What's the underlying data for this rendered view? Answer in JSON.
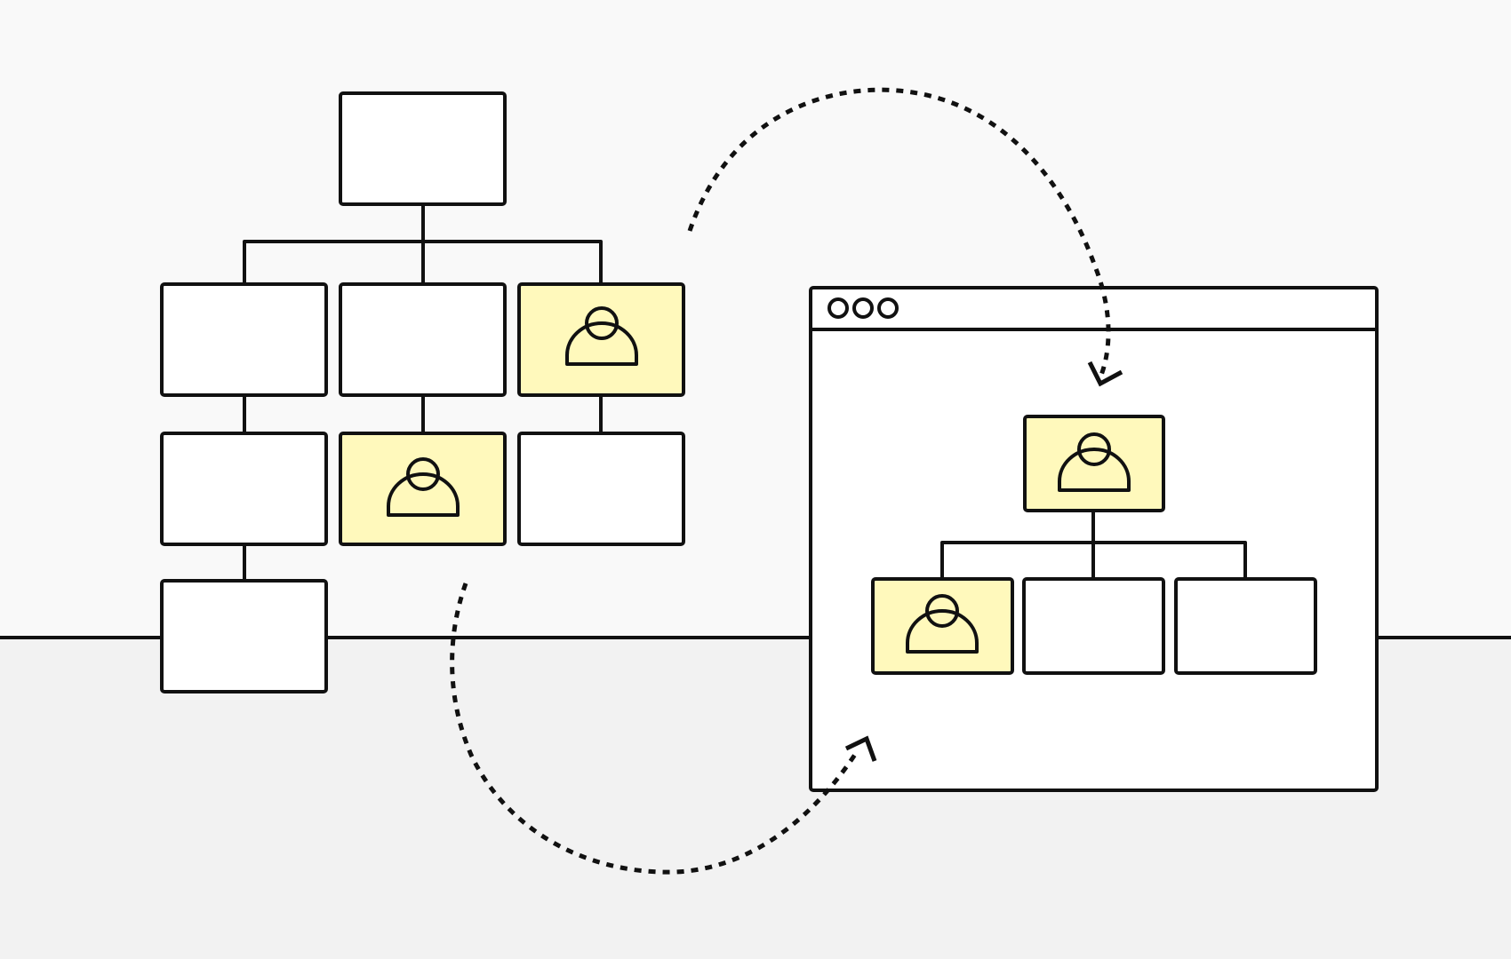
{
  "colors": {
    "background_top": "#f9f9f9",
    "background_bottom": "#f2f2f2",
    "stroke": "#111111",
    "node_fill": "#ffffff",
    "highlight_fill": "#fff9bc"
  },
  "icons": {
    "person": "person-icon",
    "window_dots": "window-control-dots"
  },
  "source_chart": {
    "rows": [
      {
        "nodes": [
          {
            "highlighted": false,
            "icon": null
          }
        ]
      },
      {
        "nodes": [
          {
            "highlighted": false,
            "icon": null
          },
          {
            "highlighted": false,
            "icon": null
          },
          {
            "highlighted": true,
            "icon": "person-icon"
          }
        ]
      },
      {
        "nodes": [
          {
            "highlighted": false,
            "icon": null
          },
          {
            "highlighted": true,
            "icon": "person-icon"
          },
          {
            "highlighted": false,
            "icon": null
          }
        ]
      },
      {
        "nodes": [
          {
            "highlighted": false,
            "icon": null
          }
        ]
      }
    ]
  },
  "target_window": {
    "control_dots": 3,
    "chart": {
      "root": {
        "highlighted": true,
        "icon": "person-icon"
      },
      "children": [
        {
          "highlighted": true,
          "icon": "person-icon"
        },
        {
          "highlighted": false,
          "icon": null
        },
        {
          "highlighted": false,
          "icon": null
        }
      ]
    }
  },
  "arrows": [
    {
      "style": "dotted",
      "direction": "source-to-window"
    },
    {
      "style": "dotted",
      "direction": "source-to-window"
    }
  ]
}
